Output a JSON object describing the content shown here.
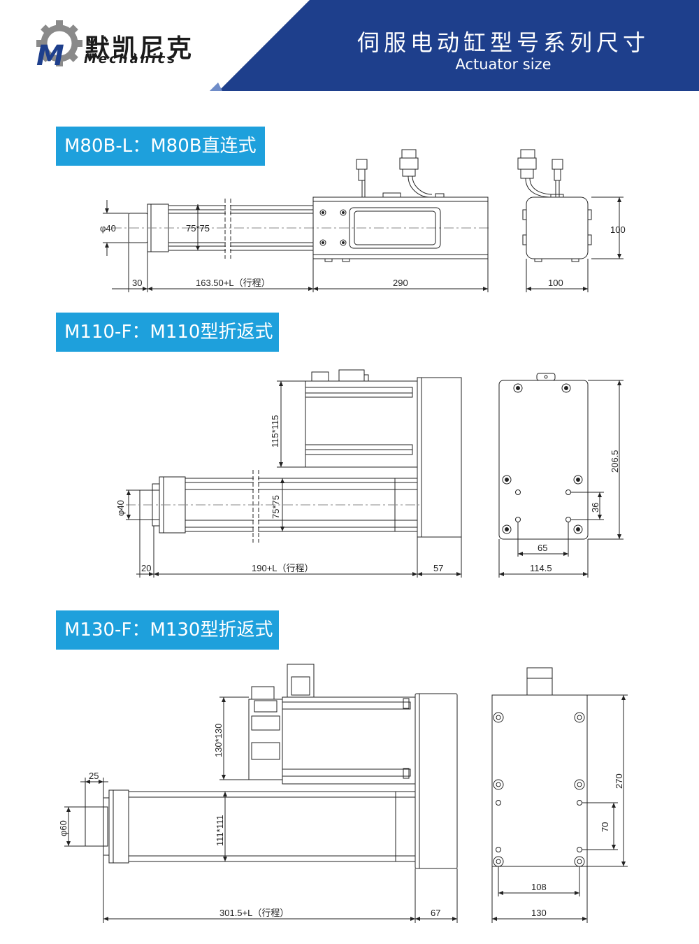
{
  "brand": {
    "name_cn": "默凯尼克",
    "name_en": "Mechanics",
    "logo_letter": "M"
  },
  "header": {
    "title_cn": "伺服电动缸型号系列尺寸",
    "title_en": "Actuator size"
  },
  "colors": {
    "navy": "#1e3f8c",
    "accent": "#1ea0dc",
    "line": "#222222"
  },
  "sections": [
    {
      "label": "M80B-L：M80B直连式",
      "dims": {
        "dia": "φ40",
        "square": "75*75",
        "motor_len": "30",
        "body_len": "163.50+L（行程）",
        "tail_len": "290",
        "side_h": "100",
        "side_w": "100"
      }
    },
    {
      "label": "M110-F：M110型折返式",
      "dims": {
        "motor_sq": "115*115",
        "dia": "φ40",
        "square": "75*75",
        "front_len": "20",
        "body_len": "190+L（行程）",
        "end_len": "57",
        "side_h": "206.5",
        "hole_v": "36",
        "hole_h": "65",
        "side_w": "114.5"
      }
    },
    {
      "label": "M130-F：M130型折返式",
      "dims": {
        "shaft_len": "25",
        "motor_sq": "130*130",
        "dia": "φ60",
        "square": "111*111",
        "body_len": "301.5+L（行程）",
        "end_len": "67",
        "side_h": "270",
        "hole_v": "70",
        "hole_h": "108",
        "side_w": "130"
      }
    }
  ]
}
